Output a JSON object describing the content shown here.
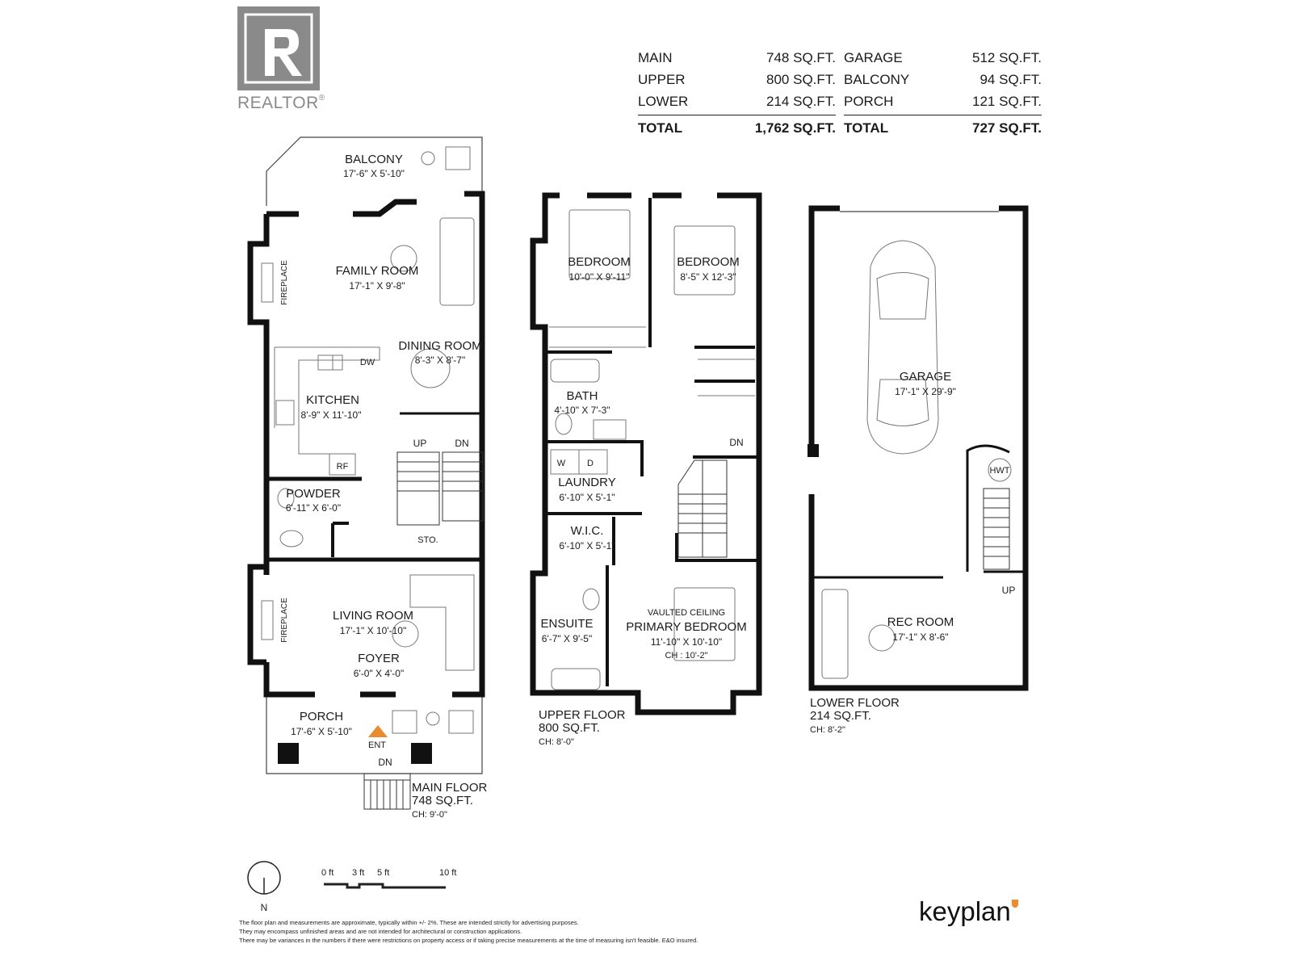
{
  "logo_realtor": "REALTOR",
  "logo_keyplan": "keyplan",
  "area_summary": {
    "left": {
      "rows": [
        {
          "label": "MAIN",
          "value": "748 SQ.FT."
        },
        {
          "label": "UPPER",
          "value": "800 SQ.FT."
        },
        {
          "label": "LOWER",
          "value": "214 SQ.FT."
        }
      ],
      "total": {
        "label": "TOTAL",
        "value": "1,762 SQ.FT."
      }
    },
    "right": {
      "rows": [
        {
          "label": "GARAGE",
          "value": "512 SQ.FT."
        },
        {
          "label": "BALCONY",
          "value": "94 SQ.FT."
        },
        {
          "label": "PORCH",
          "value": "121 SQ.FT."
        }
      ],
      "total": {
        "label": "TOTAL",
        "value": "727 SQ.FT."
      }
    }
  },
  "main_floor": {
    "caption": "MAIN FLOOR",
    "area": "748 SQ.FT.",
    "ceiling": "CH: 9'-0\"",
    "rooms": {
      "balcony": {
        "name": "BALCONY",
        "dims": "17'-6\" X 5'-10\""
      },
      "family_room": {
        "name": "FAMILY ROOM",
        "dims": "17'-1\" X 9'-8\""
      },
      "dining_room": {
        "name": "DINING ROOM",
        "dims": "8'-3\" X 8'-7\""
      },
      "kitchen": {
        "name": "KITCHEN",
        "dims": "8'-9\" X 11'-10\""
      },
      "powder": {
        "name": "POWDER",
        "dims": "6'-11\" X 6'-0\""
      },
      "living_room": {
        "name": "LIVING ROOM",
        "dims": "17'-1\" X 10'-10\""
      },
      "foyer": {
        "name": "FOYER",
        "dims": "6'-0\" X 4'-0\""
      },
      "porch": {
        "name": "PORCH",
        "dims": "17'-6\" X 5'-10\""
      }
    },
    "labels": {
      "fireplace_top": "FIREPLACE",
      "fireplace_bottom": "FIREPLACE",
      "dw": "DW",
      "rf": "RF",
      "up": "UP",
      "dn": "DN",
      "sto": "STO.",
      "ent": "ENT",
      "porch_dn": "DN"
    }
  },
  "upper_floor": {
    "caption": "UPPER FLOOR",
    "area": "800 SQ.FT.",
    "ceiling": "CH: 8'-0\"",
    "rooms": {
      "bedroom_1": {
        "name": "BEDROOM",
        "dims": "10'-0\" X 9'-11\""
      },
      "bedroom_2": {
        "name": "BEDROOM",
        "dims": "8'-5\" X 12'-3\""
      },
      "bath": {
        "name": "BATH",
        "dims": "4'-10\" X 7'-3\""
      },
      "laundry": {
        "name": "LAUNDRY",
        "dims": "6'-10\" X 5'-1\""
      },
      "wic": {
        "name": "W.I.C.",
        "dims": "6'-10\" X 5'-1\""
      },
      "ensuite": {
        "name": "ENSUITE",
        "dims": "6'-7\" X 9'-5\""
      },
      "primary_bedroom": {
        "name": "PRIMARY BEDROOM",
        "dims": "11'-10\" X 10'-10\"",
        "note": "VAULTED CEILING",
        "ch": "CH : 10'-2\""
      }
    },
    "labels": {
      "w": "W",
      "d": "D",
      "dn": "DN"
    }
  },
  "lower_floor": {
    "caption": "LOWER FLOOR",
    "area": "214 SQ.FT.",
    "ceiling": "CH: 8'-2\"",
    "rooms": {
      "garage": {
        "name": "GARAGE",
        "dims": "17'-1\" X 29'-9\""
      },
      "rec_room": {
        "name": "REC ROOM",
        "dims": "17'-1\" X 8'-6\""
      }
    },
    "labels": {
      "hwt": "HWT",
      "up": "UP"
    }
  },
  "north_arrow": {
    "label": "N"
  },
  "scale_bar": {
    "ticks": [
      "0 ft",
      "3 ft",
      "5 ft",
      "10 ft"
    ]
  },
  "disclaimer": [
    "The floor plan and measurements are approximate, typically within +/- 2%. These are intended strictly for advertising purposes.",
    "They may encompass unfinished areas and are not intended for architectural or construction applications.",
    "There may be variances in the numbers if there were restrictions on property access or if taking precise measurements at the time of measuring isn't feasible. E&O insured."
  ],
  "colors": {
    "wall": "#111111",
    "entry_marker": "#e98b2f",
    "logo_gray": "#8a8a8a",
    "keyplan_accent": "#f08a2a"
  }
}
